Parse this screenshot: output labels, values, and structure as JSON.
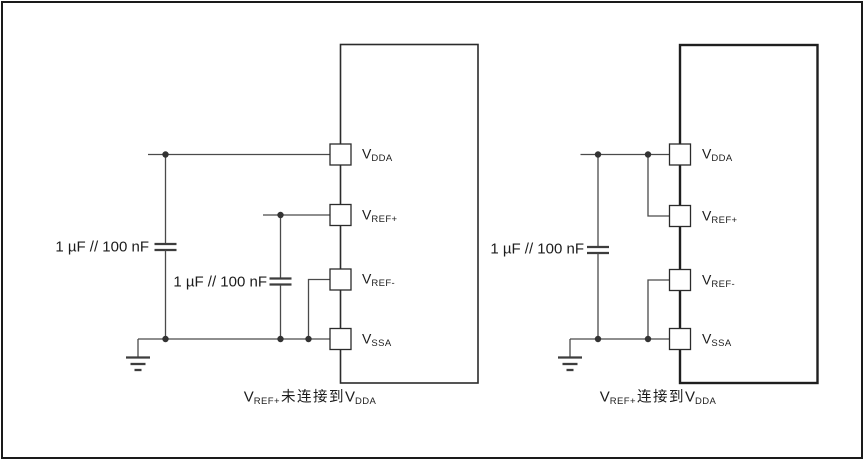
{
  "figure": {
    "left_diagram": {
      "pins": [
        {
          "main": "V",
          "sub": "DDA"
        },
        {
          "main": "V",
          "sub": "REF+"
        },
        {
          "main": "V",
          "sub": "REF-"
        },
        {
          "main": "V",
          "sub": "SSA"
        }
      ],
      "cap_label_1": "1 µF // 100 nF",
      "cap_label_2": "1 µF // 100 nF",
      "caption": {
        "v1": "V",
        "v1_sub": "REF+",
        "link_text": "未连接到",
        "v2": "V",
        "v2_sub": "DDA"
      }
    },
    "right_diagram": {
      "pins": [
        {
          "main": "V",
          "sub": "DDA"
        },
        {
          "main": "V",
          "sub": "REF+"
        },
        {
          "main": "V",
          "sub": "REF-"
        },
        {
          "main": "V",
          "sub": "SSA"
        }
      ],
      "cap_label": "1 µF // 100 nF",
      "caption": {
        "v1": "V",
        "v1_sub": "REF+",
        "link_text": "连接到",
        "v2": "V",
        "v2_sub": "DDA"
      }
    }
  },
  "colors": {
    "wire": "#4a4a4a",
    "chip": "#2b2b2b",
    "ink": "#1c1c1c",
    "bg": "#ffffff"
  }
}
